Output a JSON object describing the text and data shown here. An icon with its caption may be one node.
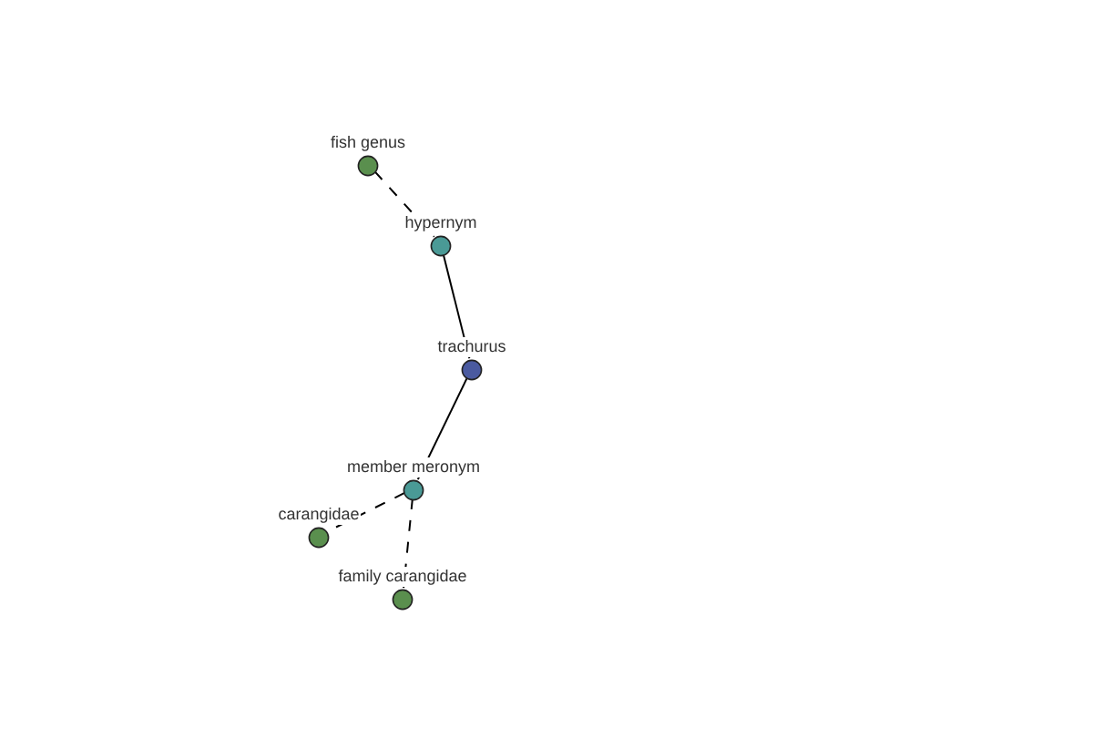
{
  "diagram": {
    "nodes": [
      {
        "text": [
          "fish genus"
        ]
      },
      {
        "text": [
          "hypernym"
        ]
      },
      {
        "text": [
          "trachurus"
        ]
      },
      {
        "text": [
          "member meronym"
        ]
      },
      {
        "text": [
          "carangidae"
        ]
      },
      {
        "text": [
          "family carangidae"
        ]
      }
    ],
    "edges": [
      {
        "from": 0,
        "to": 1,
        "arrow": "none",
        "style": "dashed"
      },
      {
        "from": 1,
        "to": 2,
        "arrow": "none"
      },
      {
        "from": 2,
        "to": 3,
        "arrow": "none"
      },
      {
        "from": 3,
        "to": 4,
        "arrow": "none",
        "style": "dashed"
      },
      {
        "from": 3,
        "to": 5,
        "arrow": "none",
        "style": "dashed"
      }
    ]
  }
}
